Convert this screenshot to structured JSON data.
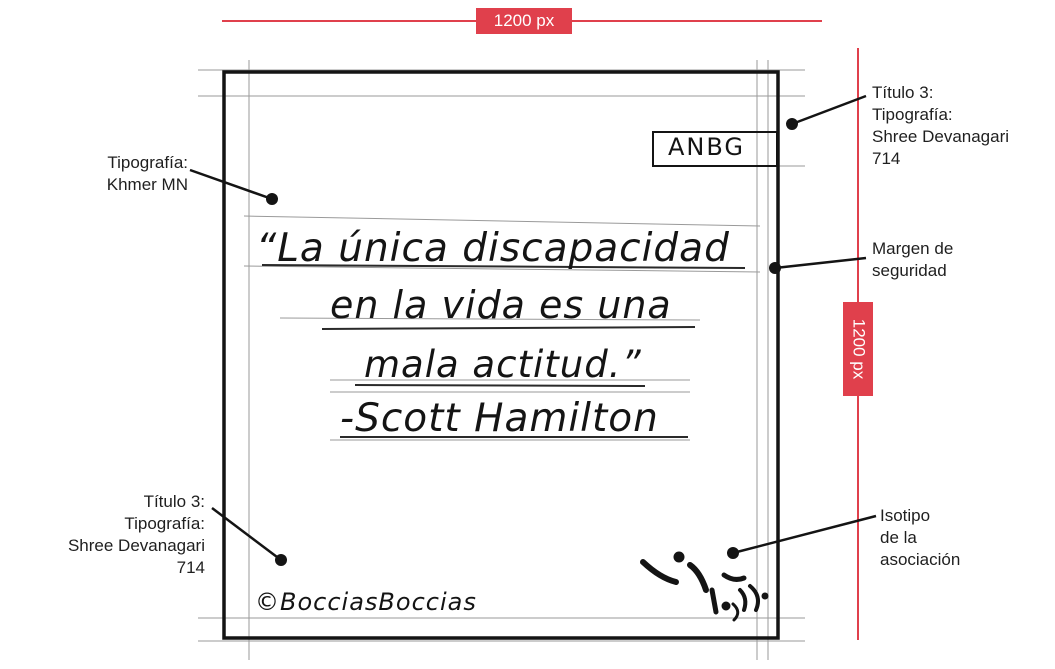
{
  "dimensions": {
    "width_label": "1200 px",
    "height_label": "1200 px"
  },
  "annotations": {
    "khmer": [
      "Tipografía:",
      "Khmer MN"
    ],
    "titulo_top": [
      "Título 3:",
      "Tipografía:",
      "Shree Devanagari",
      "714"
    ],
    "margen": [
      "Margen de",
      "seguridad"
    ],
    "titulo_bottom": [
      "Título 3:",
      "Tipografía:",
      "Shree Devanagari",
      "714"
    ],
    "isotipo": [
      "Isotipo",
      "de la",
      "asociación"
    ]
  },
  "sketch": {
    "header_tag": "ANBG",
    "quote_lines": [
      "“La única discapacidad",
      "en la vida es una",
      "mala actitud.”"
    ],
    "author": "-Scott Hamilton",
    "signature": "©BocciasBoccias"
  },
  "colors": {
    "accent": "#e0404c",
    "ink": "#141414"
  }
}
